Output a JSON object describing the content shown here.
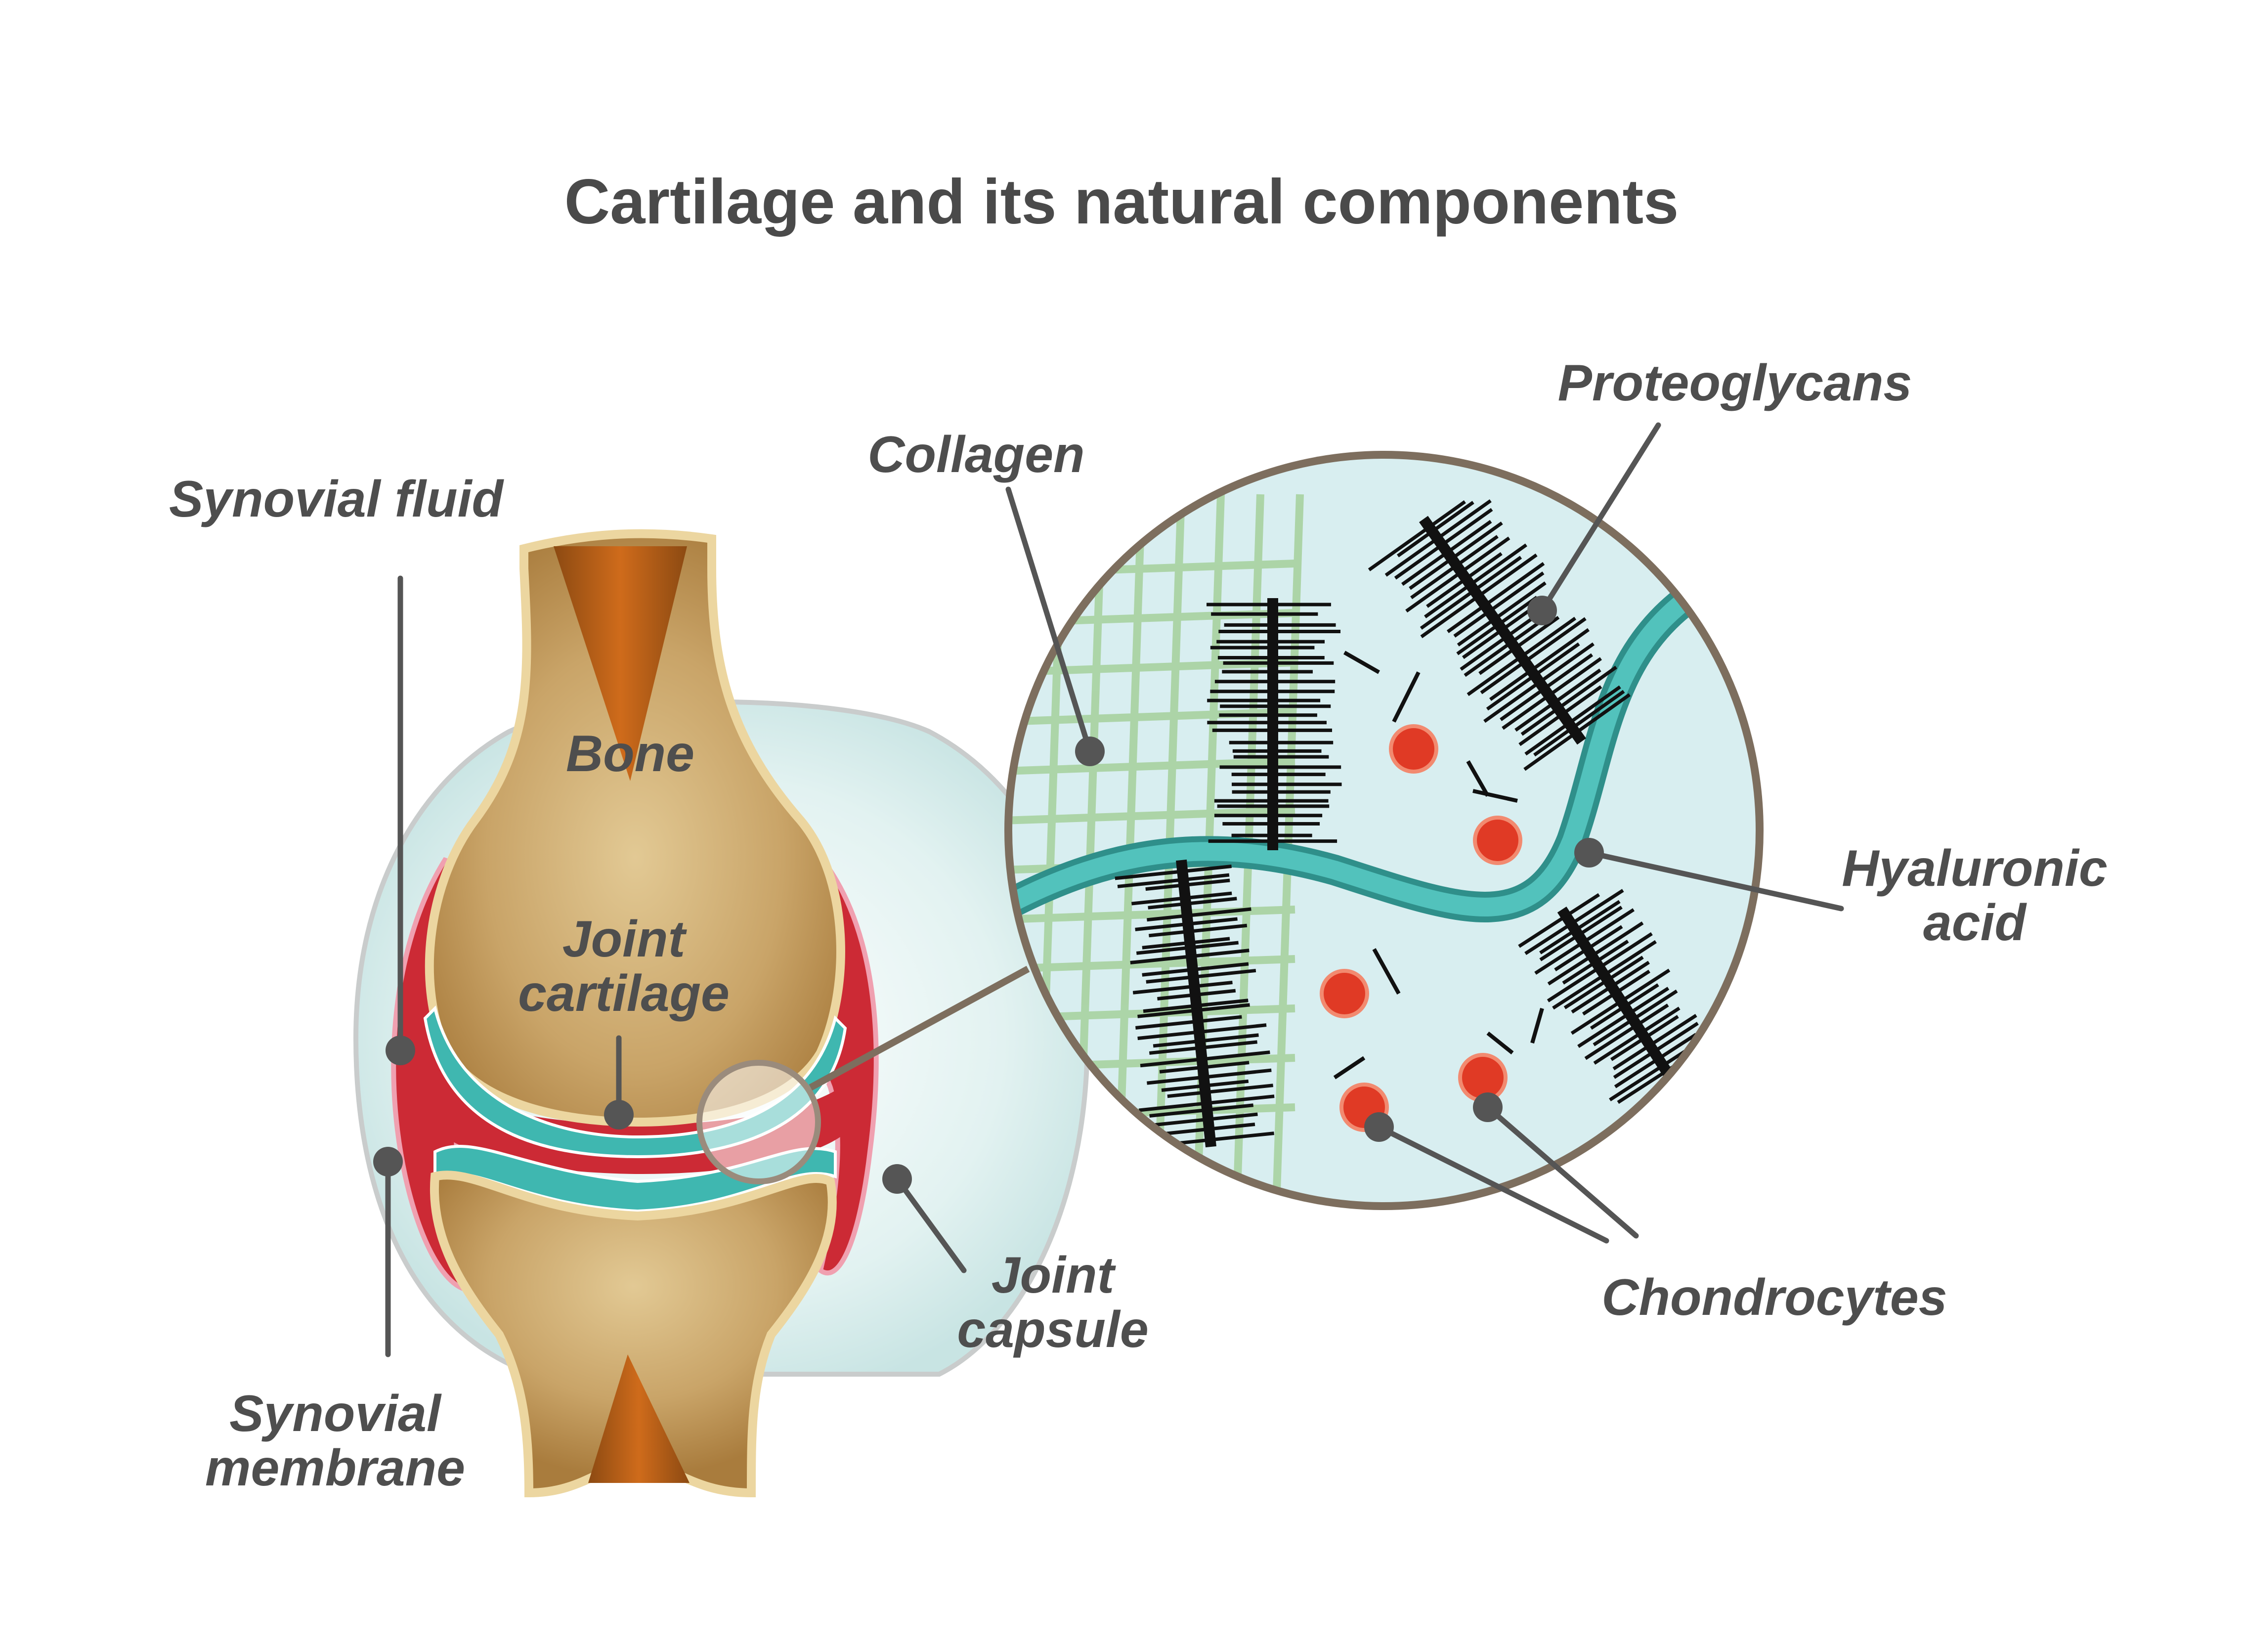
{
  "title": "Cartilage and its natural components",
  "labels": {
    "synovial_fluid": "Synovial fluid",
    "bone": "Bone",
    "joint_cartilage_line1": "Joint",
    "joint_cartilage_line2": "cartilage",
    "synovial_membrane_line1": "Synovial",
    "synovial_membrane_line2": "membrane",
    "joint_capsule_line1": "Joint",
    "joint_capsule_line2": "capsule",
    "collagen": "Collagen",
    "proteoglycans": "Proteoglycans",
    "hyaluronic_acid_line1": "Hyaluronic",
    "hyaluronic_acid_line2": "acid",
    "chondrocytes": "Chondrocytes"
  },
  "colors": {
    "background": "#ffffff",
    "text": "#4e4e4e",
    "leader": "#555555",
    "bone": "#c9a468",
    "bone_marrow": "#b8661e",
    "bone_outline": "#ecd6a0",
    "cartilage": "#3fb7b0",
    "synovial_membrane": "#cc2a35",
    "joint_capsule": "#d9ecec",
    "magnifier_fill": "#d8eef0",
    "magnifier_ring": "#7d6e5e",
    "collagen": "#a8d2a0",
    "hyaluronic_acid": "#3aa7a2",
    "chondrocyte": "#e03a25",
    "proteoglycan": "#111111"
  }
}
